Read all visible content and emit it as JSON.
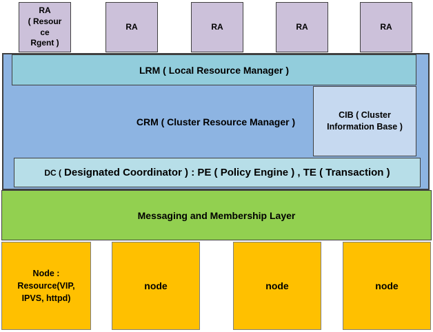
{
  "diagram": {
    "title_hint": "cluster architecture block diagram",
    "ra_boxes": [
      {
        "label": "RA\n( Resour\nce\nRgent )"
      },
      {
        "label": "RA"
      },
      {
        "label": "RA"
      },
      {
        "label": "RA"
      },
      {
        "label": "RA"
      }
    ],
    "lrm_label": "LRM ( Local Resource Manager )",
    "crm_label": "CRM ( Cluster Resource Manager )",
    "cib_label": "CIB ( Cluster\nInformation Base )",
    "dc_prefix": "DC (",
    "dc_label": "Designated Coordinator ) : PE ( Policy Engine ) , TE ( Transaction )",
    "messaging_label": "Messaging and Membership Layer",
    "node_boxes": [
      {
        "label": "Node :\nResource(VIP,\nIPVS, httpd)"
      },
      {
        "label": "node"
      },
      {
        "label": "node"
      },
      {
        "label": "node"
      }
    ],
    "colors": {
      "ra_fill": "#ccc1da",
      "crm_fill": "#8db4e2",
      "lrm_fill": "#92cddc",
      "cib_fill": "#c6d9f0",
      "dc_fill": "#b7dee8",
      "messaging_fill": "#92d050",
      "node_fill": "#ffc000",
      "border_dark": "#3f3f3f",
      "border_gray": "#7f7f7f",
      "text": "#000000"
    }
  }
}
